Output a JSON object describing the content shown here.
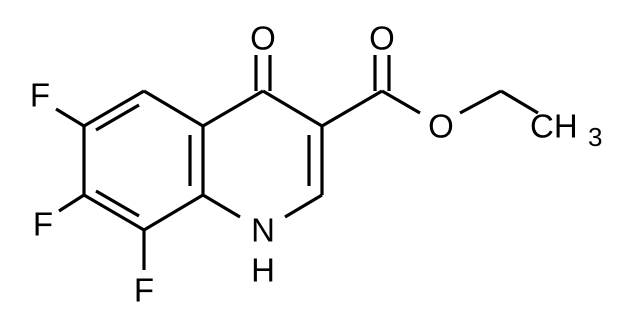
{
  "structure": {
    "atoms": {
      "oxo_O": "O",
      "ester_carbonyl_O": "O",
      "ester_O": "O",
      "F6": "F",
      "F7": "F",
      "F8": "F",
      "N1": "N",
      "NH_H": "H",
      "methyl_C": "CH",
      "methyl_sub": "3"
    },
    "colors": {
      "ink": "#000000",
      "background": "#ffffff"
    }
  }
}
